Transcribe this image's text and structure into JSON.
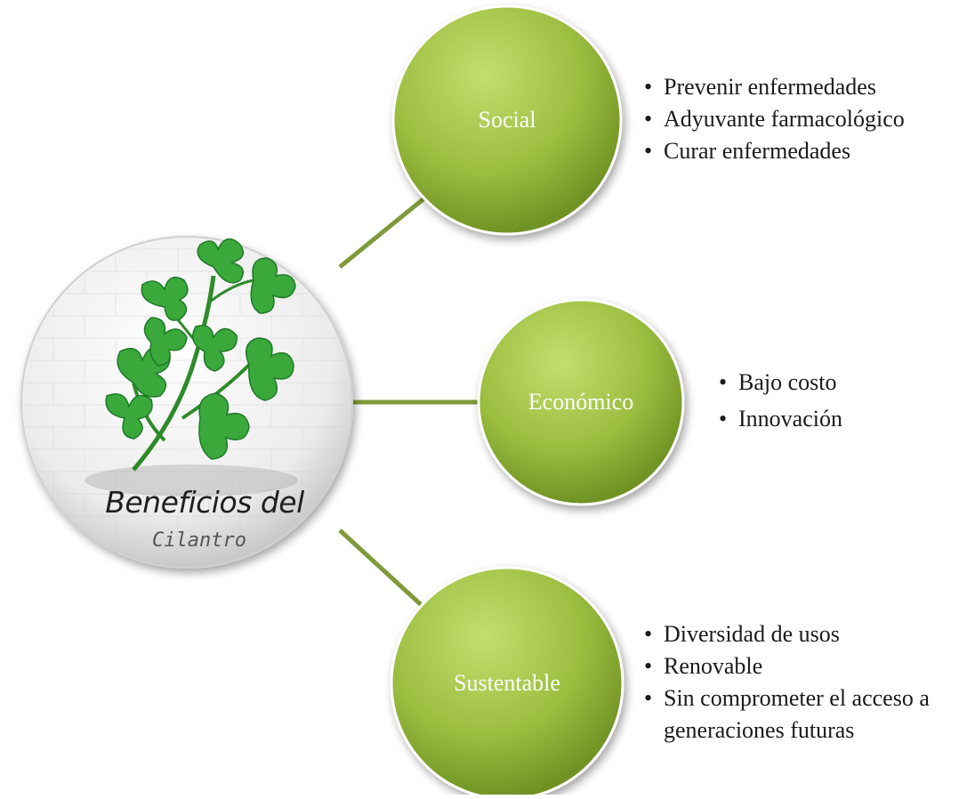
{
  "center": {
    "title": "Beneficios del",
    "subtitle": "Cilantro",
    "icon": "cilantro-plant-icon"
  },
  "branches": [
    {
      "label": "Social",
      "items": [
        "Prevenir enfermedades",
        "Adyuvante farmacológico",
        "Curar enfermedades"
      ]
    },
    {
      "label": "Económico",
      "items": [
        "Bajo costo",
        "Innovación"
      ]
    },
    {
      "label": "Sustentable",
      "items": [
        "Diversidad de usos",
        "Renovable",
        "Sin comprometer el acceso a generaciones futuras"
      ]
    }
  ],
  "colors": {
    "bubble_light": "#b4d35a",
    "bubble_dark": "#7a9c2a",
    "connector": "#7f9a3a",
    "leaf": "#3aa83a",
    "leaf_dark": "#1f7a2a"
  }
}
